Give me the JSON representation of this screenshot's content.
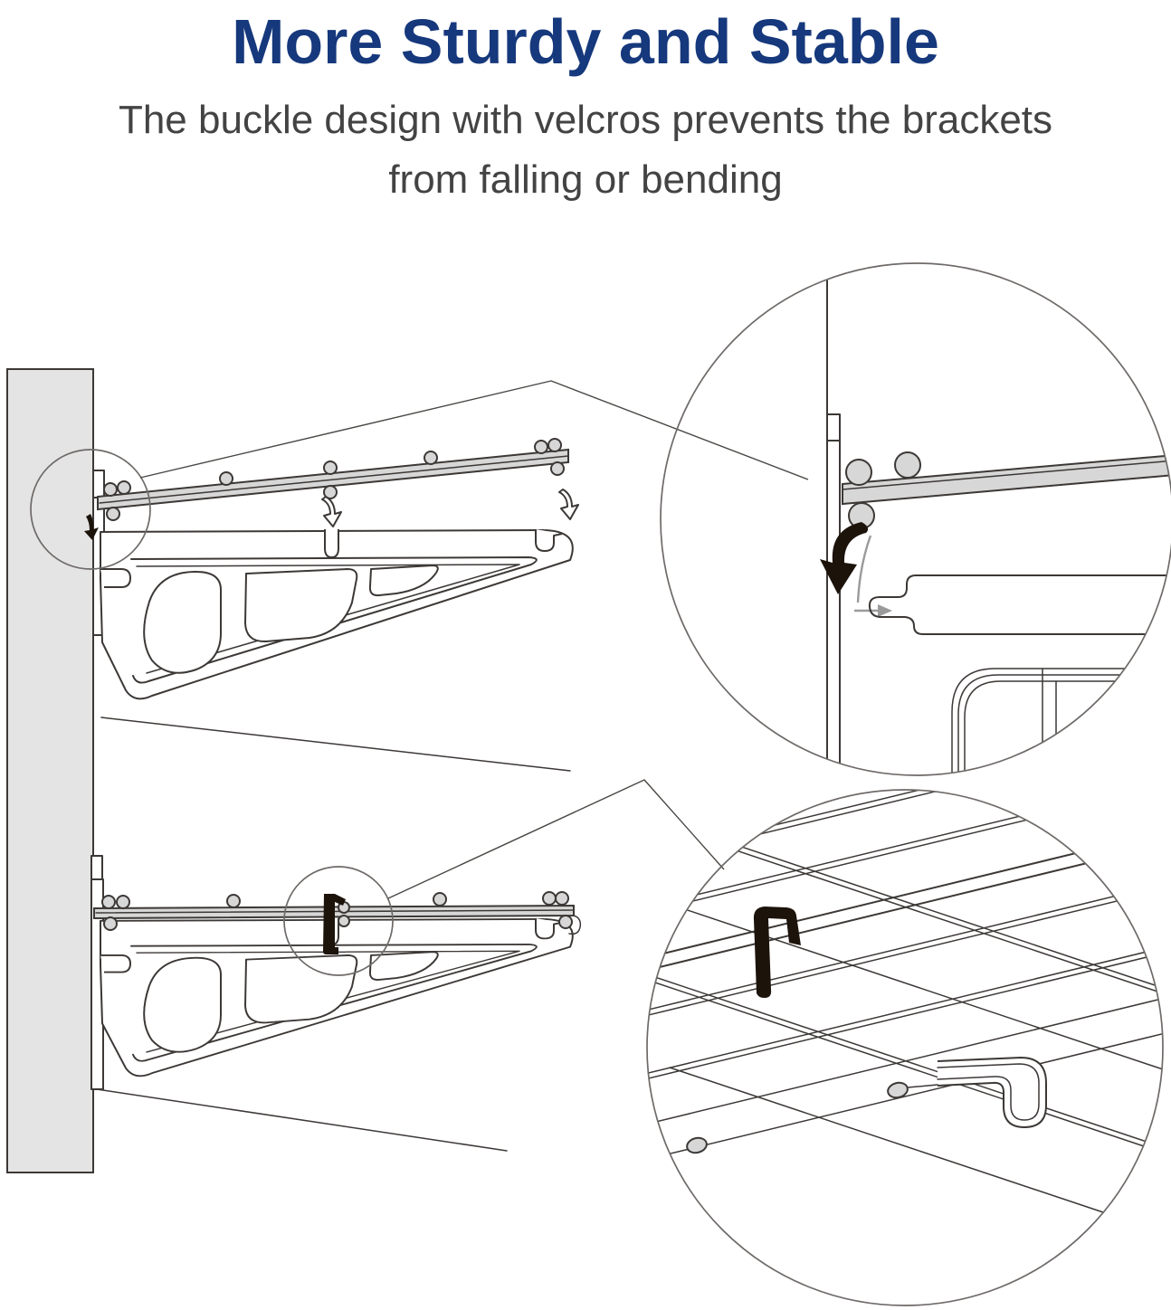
{
  "header": {
    "title": "More Sturdy and Stable",
    "subtitle_line1": "The buckle design with velcros prevents the brackets",
    "subtitle_line2": "from falling or bending"
  },
  "colors": {
    "title": "#16387c",
    "subtitle": "#434343",
    "background": "#ffffff",
    "line": "#3c3836",
    "light_line": "#6e6a68",
    "wall_fill": "#e4e4e4",
    "metal_fill": "#d7d7d7",
    "strap": "#1c130b",
    "guide": "#9a9a9a"
  },
  "diagram": {
    "views": [
      "exploded-bracket-view",
      "assembled-bracket-view",
      "buckle-hook-detail-view",
      "velcro-strap-detail-view"
    ],
    "icons": {
      "drop_arrow": "curved-down-arrow",
      "wall_hook_arrow": "small-black-down-arrow",
      "insert_arrow": "thick-black-curved-down-arrow",
      "slide_arrow": "gray-right-arrow",
      "magnifier": "zoom-callout-circle",
      "strap": "velcro-strap"
    }
  }
}
